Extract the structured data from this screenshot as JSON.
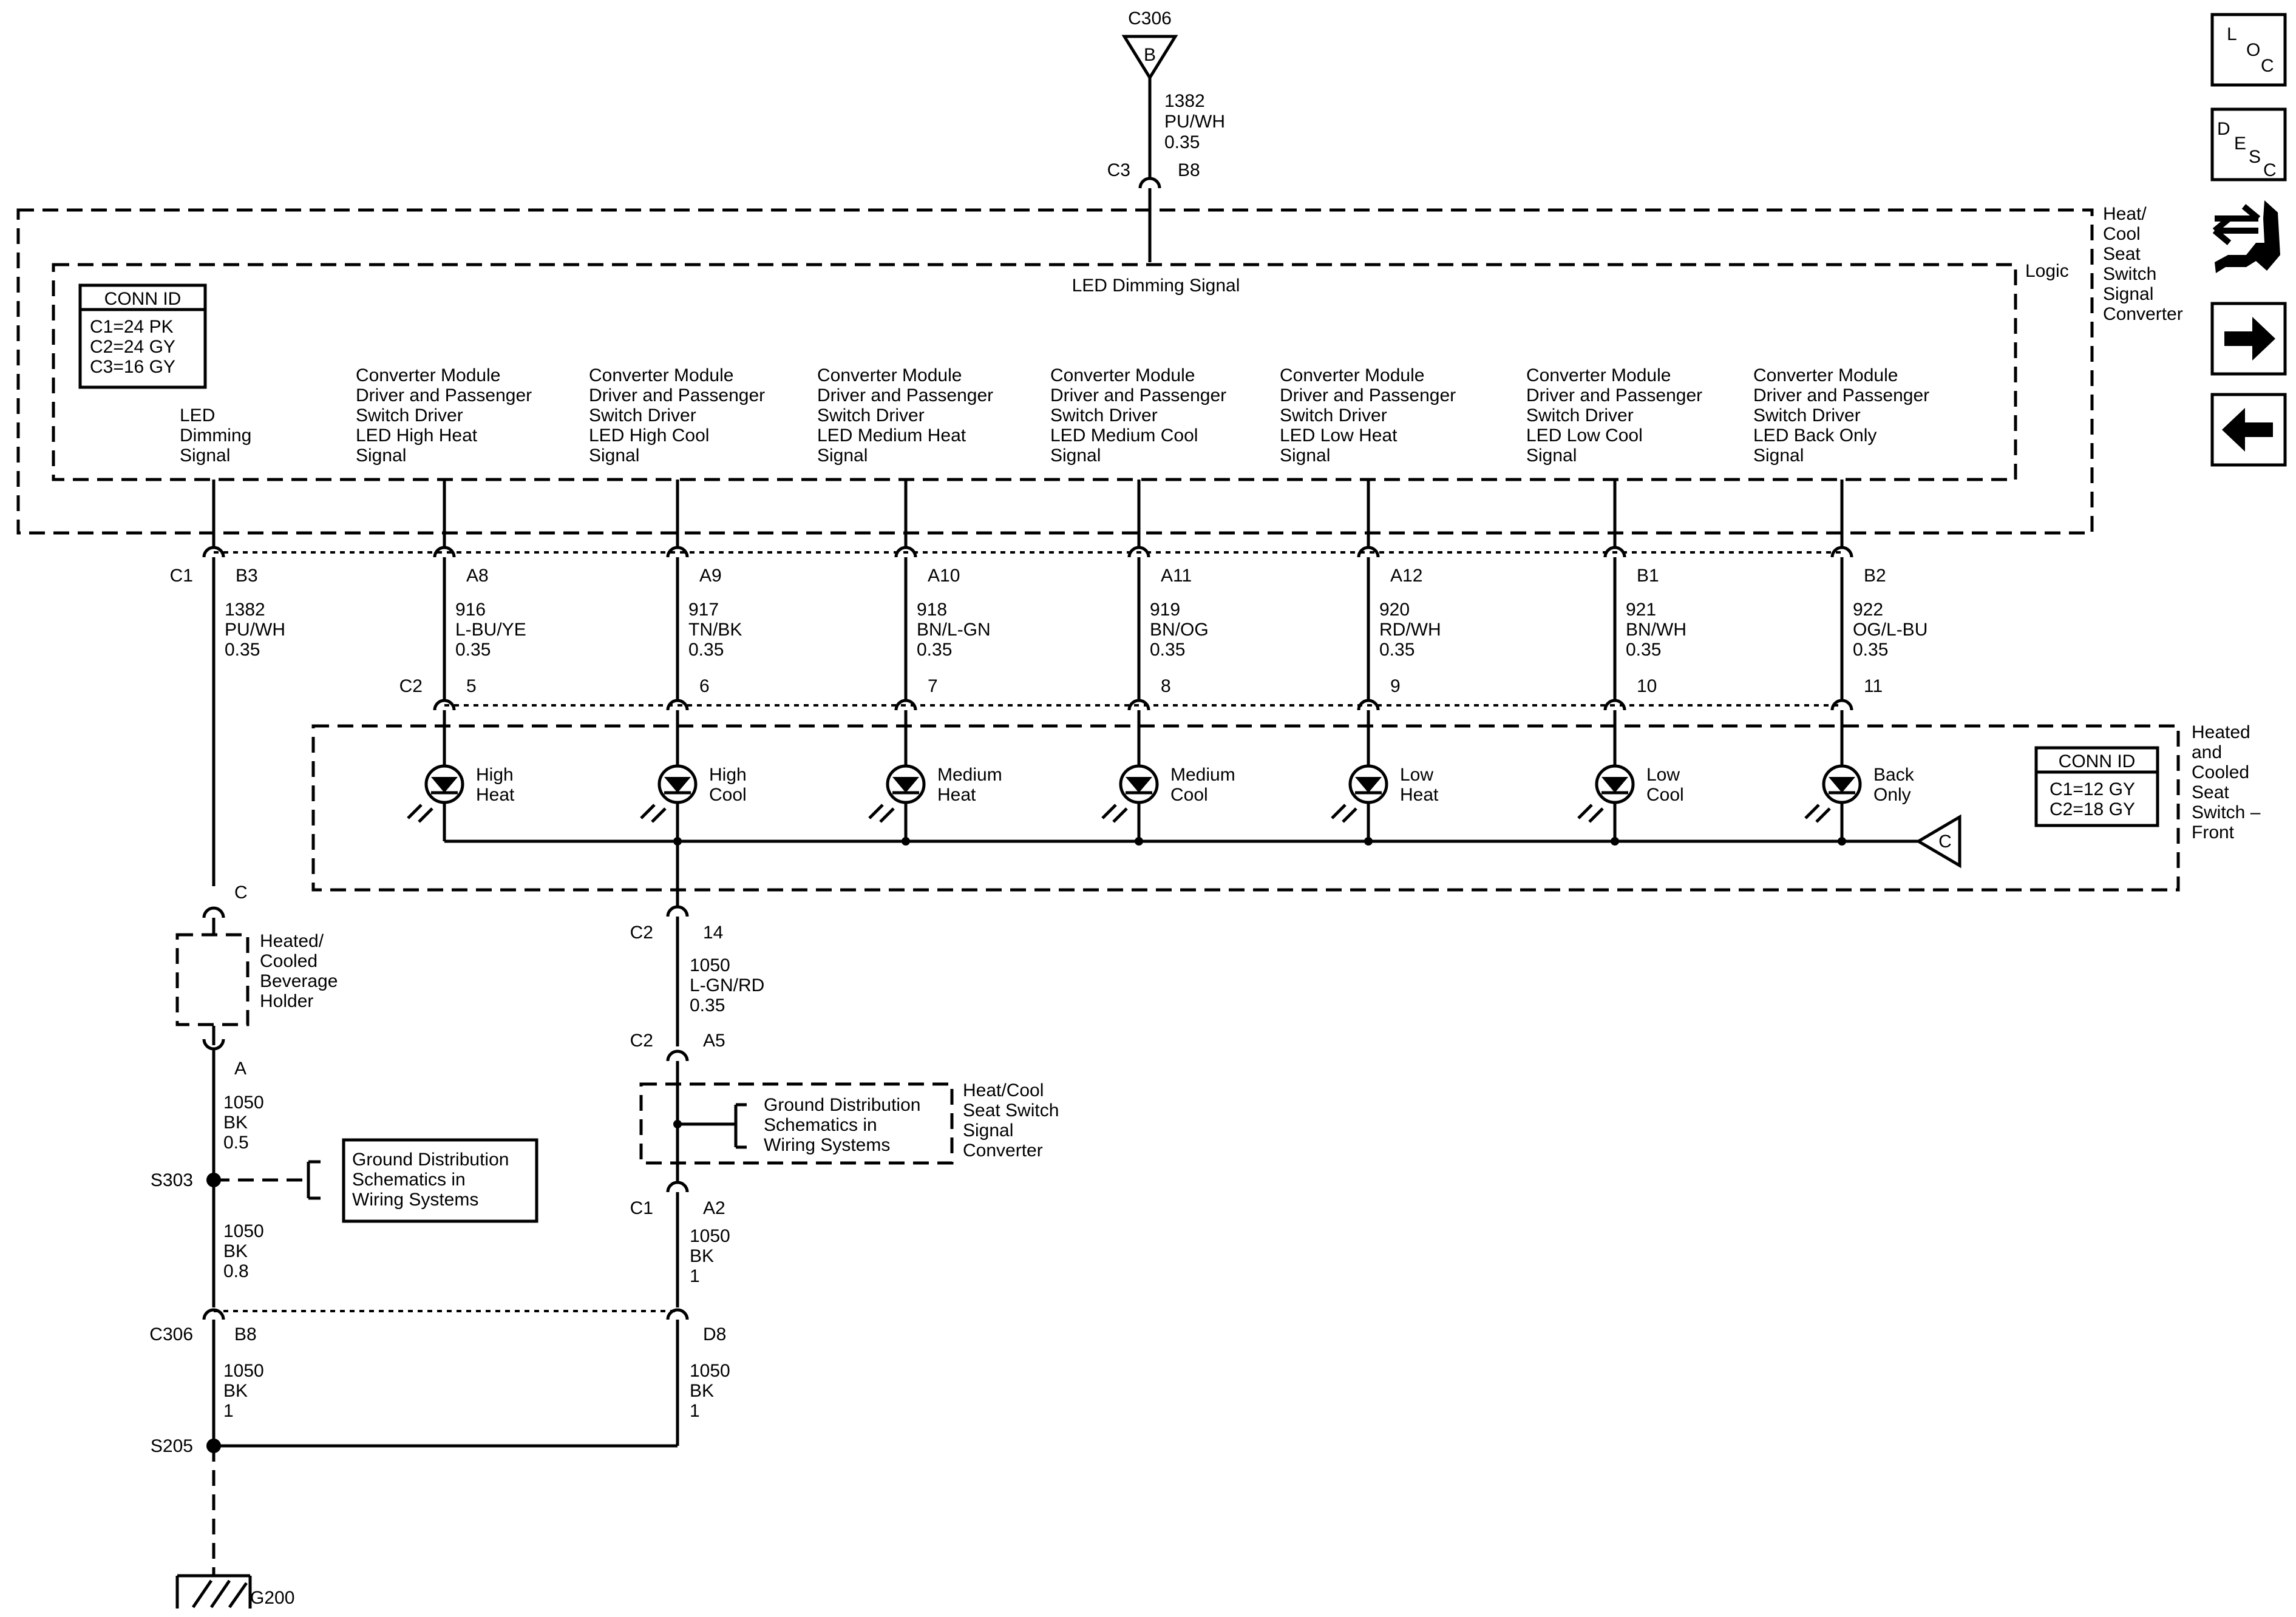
{
  "top_connector": {
    "name": "C306",
    "pin": "B",
    "circuit": "1382",
    "color": "PU/WH",
    "gauge": "0.35",
    "conn": "C3",
    "conn_pin": "B8"
  },
  "module": {
    "name_lines": [
      "Heat/",
      "Cool",
      "Seat",
      "Switch",
      "Signal",
      "Converter"
    ],
    "logic_label": "Logic",
    "dimming_label": "LED Dimming Signal",
    "conn_id": {
      "title": "CONN ID",
      "lines": [
        "C1=24 PK",
        "C2=24 GY",
        "C3=16 GY"
      ]
    },
    "signals": [
      {
        "lines": [
          "LED",
          "Dimming",
          "Signal"
        ]
      },
      {
        "lines": [
          "Converter Module",
          "Driver and Passenger",
          "Switch Driver",
          "LED High Heat",
          "Signal"
        ]
      },
      {
        "lines": [
          "Converter Module",
          "Driver and Passenger",
          "Switch Driver",
          "LED High Cool",
          "Signal"
        ]
      },
      {
        "lines": [
          "Converter Module",
          "Driver and Passenger",
          "Switch Driver",
          "LED Medium Heat",
          "Signal"
        ]
      },
      {
        "lines": [
          "Converter Module",
          "Driver and Passenger",
          "Switch Driver",
          "LED Medium Cool",
          "Signal"
        ]
      },
      {
        "lines": [
          "Converter Module",
          "Driver and Passenger",
          "Switch Driver",
          "LED Low Heat",
          "Signal"
        ]
      },
      {
        "lines": [
          "Converter Module",
          "Driver and Passenger",
          "Switch Driver",
          "LED Low Cool",
          "Signal"
        ]
      },
      {
        "lines": [
          "Converter Module",
          "Driver and Passenger",
          "Switch Driver",
          "LED Back Only",
          "Signal"
        ]
      }
    ]
  },
  "wires": [
    {
      "conn1": "C1",
      "pin1": "B3",
      "circuit": "1382",
      "color": "PU/WH",
      "gauge": "0.35",
      "conn2": "",
      "pin2": ""
    },
    {
      "conn1": "",
      "pin1": "A8",
      "circuit": "916",
      "color": "L-BU/YE",
      "gauge": "0.35",
      "conn2": "C2",
      "pin2": "5"
    },
    {
      "conn1": "",
      "pin1": "A9",
      "circuit": "917",
      "color": "TN/BK",
      "gauge": "0.35",
      "conn2": "",
      "pin2": "6"
    },
    {
      "conn1": "",
      "pin1": "A10",
      "circuit": "918",
      "color": "BN/L-GN",
      "gauge": "0.35",
      "conn2": "",
      "pin2": "7"
    },
    {
      "conn1": "",
      "pin1": "A11",
      "circuit": "919",
      "color": "BN/OG",
      "gauge": "0.35",
      "conn2": "",
      "pin2": "8"
    },
    {
      "conn1": "",
      "pin1": "A12",
      "circuit": "920",
      "color": "RD/WH",
      "gauge": "0.35",
      "conn2": "",
      "pin2": "9"
    },
    {
      "conn1": "",
      "pin1": "B1",
      "circuit": "921",
      "color": "BN/WH",
      "gauge": "0.35",
      "conn2": "",
      "pin2": "10"
    },
    {
      "conn1": "",
      "pin1": "B2",
      "circuit": "922",
      "color": "OG/L-BU",
      "gauge": "0.35",
      "conn2": "",
      "pin2": "11"
    }
  ],
  "switch": {
    "name_lines": [
      "Heated",
      "and",
      "Cooled",
      "Seat",
      "Switch –",
      "Front"
    ],
    "conn_id": {
      "title": "CONN ID",
      "lines": [
        "C1=12 GY",
        "C2=18 GY"
      ]
    },
    "leds": [
      {
        "lines": [
          "High",
          "Heat"
        ]
      },
      {
        "lines": [
          "High",
          "Cool"
        ]
      },
      {
        "lines": [
          "Medium",
          "Heat"
        ]
      },
      {
        "lines": [
          "Medium",
          "Cool"
        ]
      },
      {
        "lines": [
          "Low",
          "Heat"
        ]
      },
      {
        "lines": [
          "Low",
          "Cool"
        ]
      },
      {
        "lines": [
          "Back",
          "Only"
        ]
      }
    ],
    "offpage_label": "C"
  },
  "left_branch": {
    "holder_top_pin": "C",
    "holder_lines": [
      "Heated/",
      "Cooled",
      "Beverage",
      "Holder"
    ],
    "holder_bottom_pin": "A",
    "w1": [
      "1050",
      "BK",
      "0.5"
    ],
    "splice": "S303",
    "ground_ref": [
      "Ground Distribution",
      "Schematics in",
      "Wiring Systems"
    ],
    "w2": [
      "1050",
      "BK",
      "0.8"
    ],
    "conn": "C306",
    "conn_pin": "B8",
    "w3": [
      "1050",
      "BK",
      "1"
    ],
    "splice2": "S205",
    "ground": "G200"
  },
  "right_branch": {
    "c2": "C2",
    "c2_pin": "14",
    "w1": [
      "1050",
      "L-GN/RD",
      "0.35"
    ],
    "c2b": "C2",
    "c2b_pin": "A5",
    "ground_ref": [
      "Ground Distribution",
      "Schematics in",
      "Wiring Systems"
    ],
    "module_lines": [
      "Heat/Cool",
      "Seat Switch",
      "Signal",
      "Converter"
    ],
    "c1": "C1",
    "c1_pin": "A2",
    "w2": [
      "1050",
      "BK",
      "1"
    ],
    "conn_pin": "D8",
    "w3": [
      "1050",
      "BK",
      "1"
    ]
  },
  "nav_icons": [
    {
      "name": "loc-icon",
      "lines": [
        "L",
        "O",
        "C"
      ]
    },
    {
      "name": "desc-icon",
      "lines": [
        "D",
        "E",
        "S",
        "C"
      ]
    },
    {
      "name": "connector-view-icon"
    },
    {
      "name": "next-arrow-icon"
    },
    {
      "name": "prev-arrow-icon"
    }
  ]
}
